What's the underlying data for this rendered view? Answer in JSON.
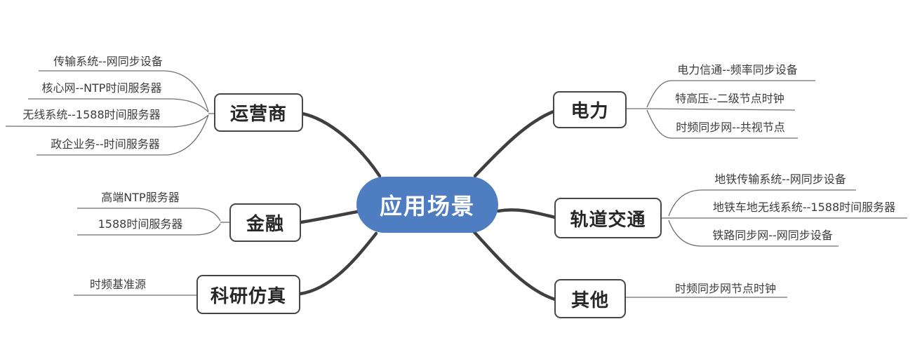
{
  "diagram": {
    "root": {
      "label": "应用场景"
    },
    "branches": [
      {
        "label": "运营商",
        "children": [
          "传输系统--网同步设备",
          "核心网--NTP时间服务器",
          "无线系统--1588时间服务器",
          "政企业务--时间服务器"
        ]
      },
      {
        "label": "金融",
        "children": [
          "高端NTP服务器",
          "1588时间服务器"
        ]
      },
      {
        "label": "科研仿真",
        "children": [
          "时频基准源"
        ]
      },
      {
        "label": "电力",
        "children": [
          "电力信通--频率同步设备",
          "特高压--二级节点时钟",
          "时频同步网--共视节点"
        ]
      },
      {
        "label": "轨道交通",
        "children": [
          "地铁传输系统--网同步设备",
          "地铁车地无线系统--1588时间服务器",
          "铁路同步网--网同步设备"
        ]
      },
      {
        "label": "其他",
        "children": [
          "时频同步网节点时钟"
        ]
      }
    ],
    "colors": {
      "root_fill": "#4F7DC2",
      "root_text": "#FFFFFF",
      "branch_line": "#3F3F3F",
      "leaf_line": "#6F6F6F",
      "node_border": "#474747",
      "node_text": "#262626",
      "leaf_text": "#3C3C3C",
      "background": "#FFFFFF"
    }
  }
}
